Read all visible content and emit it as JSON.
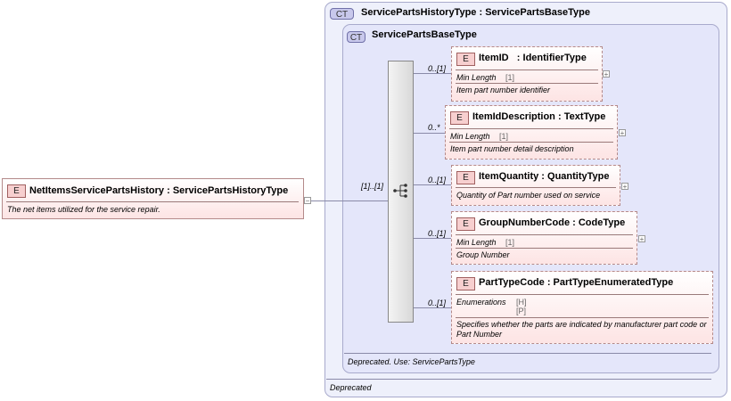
{
  "root_element": {
    "badge": "E",
    "name": "NetItemsServicePartsHistory",
    "type": ": ServicePartsHistoryType",
    "annotation": "The net items utilized for the service repair."
  },
  "outer_type": {
    "badge": "CT",
    "title": "ServicePartsHistoryType : ServicePartsBaseType",
    "footer": "Deprecated"
  },
  "inner_type": {
    "badge": "CT",
    "title": "ServicePartsBaseType",
    "footer": "Deprecated. Use: ServicePartsType"
  },
  "sequence_occurrence": "[1]..[1]",
  "children": [
    {
      "badge": "E",
      "name": "ItemID",
      "type": ": IdentifierType",
      "occurrence": "0..[1]",
      "facet_label": "Min Length",
      "facet_value": "[1]",
      "annotation": "Item part number identifier"
    },
    {
      "badge": "E",
      "name": "ItemIdDescription",
      "type": ": TextType",
      "occurrence": "0..*",
      "facet_label": "Min Length",
      "facet_value": "[1]",
      "annotation": "Item part number detail description"
    },
    {
      "badge": "E",
      "name": "ItemQuantity",
      "type": ": QuantityType",
      "occurrence": "0..[1]",
      "annotation": "Quantity of Part number used on service"
    },
    {
      "badge": "E",
      "name": "GroupNumberCode",
      "type": ": CodeType",
      "occurrence": "0..[1]",
      "facet_label": "Min Length",
      "facet_value": "[1]",
      "annotation": "Group Number"
    },
    {
      "badge": "E",
      "name": "PartTypeCode",
      "type": ": PartTypeEnumeratedType",
      "occurrence": "0..[1]",
      "facet_label": "Enumerations",
      "enum_values": [
        "[H]",
        "[P]"
      ],
      "annotation": "Specifies whether the parts are indicated by manufacturer part code or Part Number"
    }
  ],
  "icons": {
    "expander": "+",
    "collapser": "−",
    "sequence": "sequence-icon"
  }
}
